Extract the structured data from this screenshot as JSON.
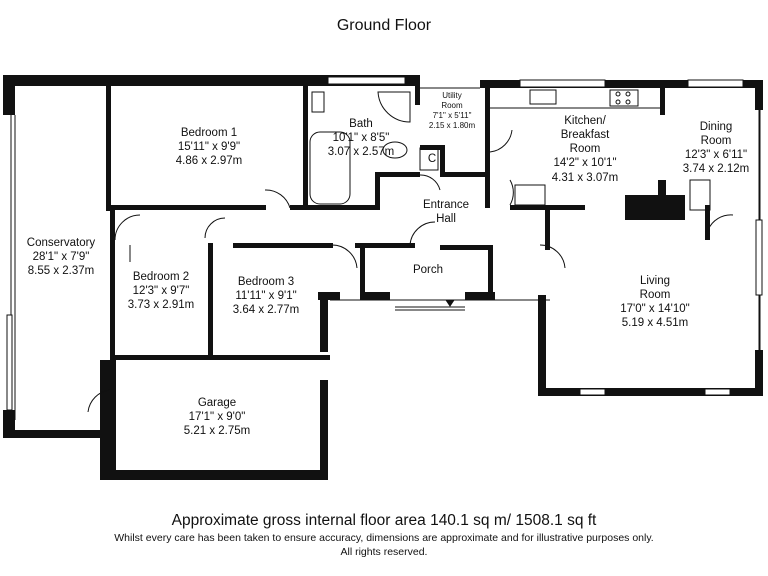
{
  "title": "Ground Floor",
  "rooms": {
    "conservatory": [
      "Conservatory",
      "28'1\" x 7'9\"",
      "8.55 x 2.37m"
    ],
    "bedroom1": [
      "Bedroom 1",
      "15'11\" x 9'9\"",
      "4.86 x 2.97m"
    ],
    "bath": [
      "Bath",
      "10'1\" x 8'5\"",
      "3.07 x 2.57m"
    ],
    "utility": [
      "Utility",
      "Room",
      "7'1\" x 5'11\"",
      "2.15 x 1.80m"
    ],
    "cupboard": [
      "C"
    ],
    "kitchen": [
      "Kitchen/",
      "Breakfast",
      "Room",
      "14'2\" x 10'1\"",
      "4.31 x 3.07m"
    ],
    "dining": [
      "Dining",
      "Room",
      "12'3\" x 6'11\"",
      "3.74 x 2.12m"
    ],
    "entrance": [
      "Entrance",
      "Hall"
    ],
    "bedroom2": [
      "Bedroom 2",
      "12'3\" x 9'7\"",
      "3.73 x 2.91m"
    ],
    "bedroom3": [
      "Bedroom 3",
      "11'11\" x 9'1\"",
      "3.64 x 2.77m"
    ],
    "porch": [
      "Porch"
    ],
    "living": [
      "Living",
      "Room",
      "17'0\" x 14'10\"",
      "5.19 x 4.51m"
    ],
    "garage": [
      "Garage",
      "17'1\" x 9'0\"",
      "5.21 x 2.75m"
    ]
  },
  "footer": {
    "area": "Approximate gross internal floor area 140.1 sq m/ 1508.1 sq ft",
    "disclaimer": "Whilst every care has been taken to ensure accuracy, dimensions are approximate and for illustrative purposes only.",
    "rights": "All rights reserved."
  }
}
